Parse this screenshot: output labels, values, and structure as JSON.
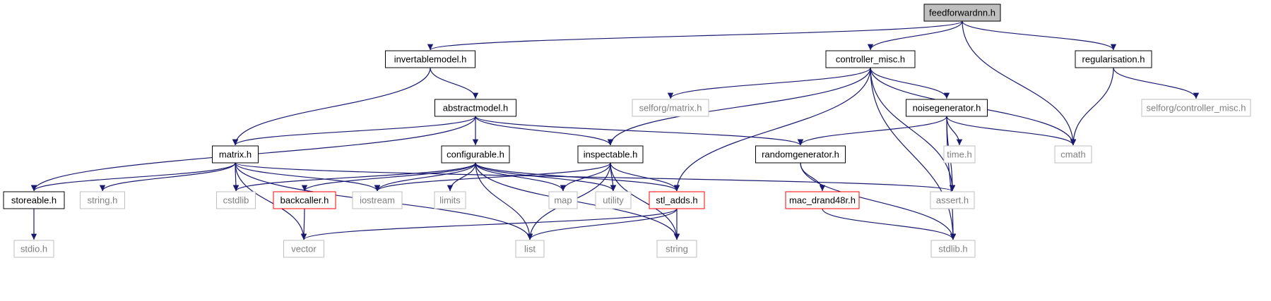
{
  "colors": {
    "edge": "#191970",
    "root_fill": "#bfbfbf",
    "local_border": "#000000",
    "system_border": "#bfbfbf",
    "warning_border": "#ff0000",
    "system_text": "#7f7f7f"
  },
  "nodes": [
    {
      "id": "feedforwardnn",
      "label": "feedforwardnn.h",
      "kind": "root"
    },
    {
      "id": "invertablemodel",
      "label": "invertablemodel.h",
      "kind": "local"
    },
    {
      "id": "controller_misc",
      "label": "controller_misc.h",
      "kind": "local"
    },
    {
      "id": "regularisation",
      "label": "regularisation.h",
      "kind": "local"
    },
    {
      "id": "abstractmodel",
      "label": "abstractmodel.h",
      "kind": "local"
    },
    {
      "id": "selforg_matrix",
      "label": "selforg/matrix.h",
      "kind": "system"
    },
    {
      "id": "noisegenerator",
      "label": "noisegenerator.h",
      "kind": "local"
    },
    {
      "id": "selforg_controller_misc",
      "label": "selforg/controller_misc.h",
      "kind": "system"
    },
    {
      "id": "matrix",
      "label": "matrix.h",
      "kind": "local"
    },
    {
      "id": "configurable",
      "label": "configurable.h",
      "kind": "local"
    },
    {
      "id": "inspectable",
      "label": "inspectable.h",
      "kind": "local"
    },
    {
      "id": "randomgenerator",
      "label": "randomgenerator.h",
      "kind": "local"
    },
    {
      "id": "time",
      "label": "time.h",
      "kind": "system"
    },
    {
      "id": "cmath",
      "label": "cmath",
      "kind": "system"
    },
    {
      "id": "storeable",
      "label": "storeable.h",
      "kind": "local"
    },
    {
      "id": "string_h",
      "label": "string.h",
      "kind": "system"
    },
    {
      "id": "cstdlib",
      "label": "cstdlib",
      "kind": "system"
    },
    {
      "id": "backcaller",
      "label": "backcaller.h",
      "kind": "warning"
    },
    {
      "id": "iostream",
      "label": "iostream",
      "kind": "system"
    },
    {
      "id": "limits",
      "label": "limits",
      "kind": "system"
    },
    {
      "id": "map",
      "label": "map",
      "kind": "system"
    },
    {
      "id": "utility",
      "label": "utility",
      "kind": "system"
    },
    {
      "id": "stl_adds",
      "label": "stl_adds.h",
      "kind": "warning"
    },
    {
      "id": "mac_drand48r",
      "label": "mac_drand48r.h",
      "kind": "warning"
    },
    {
      "id": "assert",
      "label": "assert.h",
      "kind": "system"
    },
    {
      "id": "stdio",
      "label": "stdio.h",
      "kind": "system"
    },
    {
      "id": "vector",
      "label": "vector",
      "kind": "system"
    },
    {
      "id": "list",
      "label": "list",
      "kind": "system"
    },
    {
      "id": "string",
      "label": "string",
      "kind": "system"
    },
    {
      "id": "stdlib",
      "label": "stdlib.h",
      "kind": "system"
    }
  ],
  "edges": [
    [
      "feedforwardnn",
      "invertablemodel"
    ],
    [
      "feedforwardnn",
      "controller_misc"
    ],
    [
      "feedforwardnn",
      "regularisation"
    ],
    [
      "feedforwardnn",
      "cmath"
    ],
    [
      "invertablemodel",
      "abstractmodel"
    ],
    [
      "invertablemodel",
      "matrix"
    ],
    [
      "controller_misc",
      "selforg_matrix"
    ],
    [
      "controller_misc",
      "noisegenerator"
    ],
    [
      "controller_misc",
      "inspectable"
    ],
    [
      "controller_misc",
      "stl_adds"
    ],
    [
      "controller_misc",
      "assert"
    ],
    [
      "controller_misc",
      "stdlib"
    ],
    [
      "controller_misc",
      "cmath"
    ],
    [
      "regularisation",
      "selforg_controller_misc"
    ],
    [
      "regularisation",
      "cmath"
    ],
    [
      "abstractmodel",
      "matrix"
    ],
    [
      "abstractmodel",
      "configurable"
    ],
    [
      "abstractmodel",
      "inspectable"
    ],
    [
      "abstractmodel",
      "randomgenerator"
    ],
    [
      "abstractmodel",
      "storeable"
    ],
    [
      "noisegenerator",
      "randomgenerator"
    ],
    [
      "noisegenerator",
      "time"
    ],
    [
      "noisegenerator",
      "cmath"
    ],
    [
      "noisegenerator",
      "assert"
    ],
    [
      "noisegenerator",
      "stdlib"
    ],
    [
      "matrix",
      "storeable"
    ],
    [
      "matrix",
      "string_h"
    ],
    [
      "matrix",
      "cstdlib"
    ],
    [
      "matrix",
      "iostream"
    ],
    [
      "matrix",
      "assert"
    ],
    [
      "matrix",
      "vector"
    ],
    [
      "matrix",
      "list"
    ],
    [
      "configurable",
      "cstdlib"
    ],
    [
      "configurable",
      "backcaller"
    ],
    [
      "configurable",
      "iostream"
    ],
    [
      "configurable",
      "limits"
    ],
    [
      "configurable",
      "map"
    ],
    [
      "configurable",
      "utility"
    ],
    [
      "configurable",
      "stl_adds"
    ],
    [
      "configurable",
      "list"
    ],
    [
      "configurable",
      "string"
    ],
    [
      "inspectable",
      "iostream"
    ],
    [
      "inspectable",
      "map"
    ],
    [
      "inspectable",
      "utility"
    ],
    [
      "inspectable",
      "stl_adds"
    ],
    [
      "inspectable",
      "list"
    ],
    [
      "inspectable",
      "string"
    ],
    [
      "randomgenerator",
      "mac_drand48r"
    ],
    [
      "randomgenerator",
      "stdlib"
    ],
    [
      "storeable",
      "stdio"
    ],
    [
      "backcaller",
      "vector"
    ],
    [
      "stl_adds",
      "vector"
    ],
    [
      "stl_adds",
      "list"
    ],
    [
      "stl_adds",
      "string"
    ],
    [
      "mac_drand48r",
      "stdlib"
    ]
  ]
}
